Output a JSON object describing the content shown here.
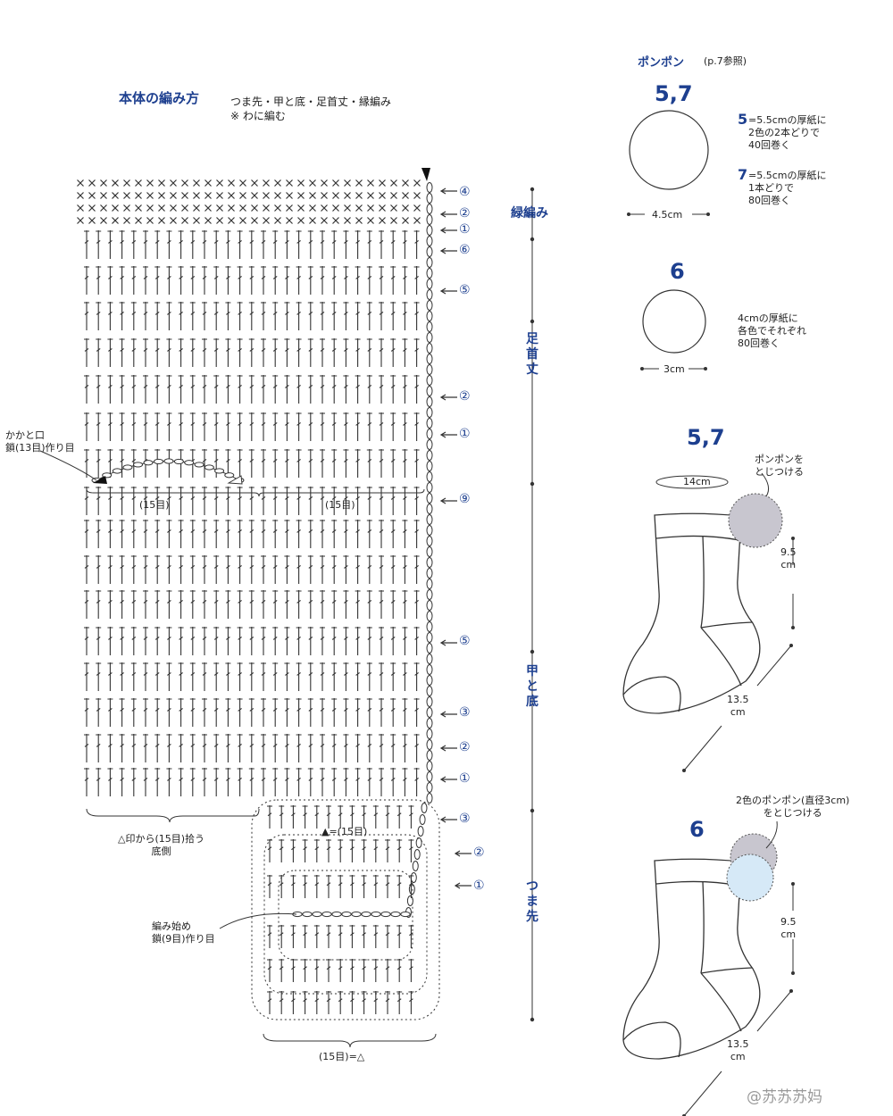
{
  "header": {
    "title": "本体の編み方",
    "parts": "つま先・甲と底・足首丈・縁編み",
    "note": "※ わに編む"
  },
  "sections": {
    "edging": "緑編み",
    "ankle": "足首丈",
    "instep_sole": "甲と底",
    "toe": "つま先"
  },
  "rows": {
    "top": [
      "④",
      "②",
      "①",
      "⑥",
      "⑤",
      "②",
      "①"
    ],
    "mid": [
      "⑨",
      "⑤",
      "③",
      "②",
      "①"
    ],
    "toe": [
      "③",
      "②",
      "①"
    ]
  },
  "annotations": {
    "heel_opening": "かかと口\n鎖(13目)作り目",
    "heel_left_count": "(15目)",
    "heel_right_count": "(15目)",
    "pickup": "△印から(15目)拾う\n底側",
    "toe_top_count": "▲=(15目)",
    "start": "編み始め\n鎖(9目)作り目",
    "toe_bottom_count": "(15目)=△"
  },
  "pompom": {
    "title": "ポンポン",
    "ref": "(p.7参照)",
    "size57_label": "5,7",
    "size57_width": "4.5cm",
    "note5_num": "5",
    "note5_text": "=5.5cmの厚紙に\n2色の2本どりで\n40回巻く",
    "note7_num": "7",
    "note7_text": "=5.5cmの厚紙に\n1本どりで\n80回巻く",
    "size6_label": "6",
    "size6_width": "3cm",
    "note6_text": "4cmの厚紙に\n各色でそれぞれ\n80回巻く"
  },
  "sock57": {
    "label": "5,7",
    "circ": "14cm",
    "pompom_note": "ポンポンを\nとじつける",
    "height": "9.5\ncm",
    "length": "13.5\ncm"
  },
  "sock6": {
    "label": "6",
    "pompom_note": "2色のポンポン(直径3cm)\nをとじつける",
    "height": "9.5\ncm",
    "length": "13.5\ncm"
  },
  "watermark": "@苏苏苏妈",
  "colors": {
    "label_blue": "#1d3f8f",
    "pompom_gray": "#c8c6cf",
    "pompom_blue": "#d6e9f7"
  }
}
